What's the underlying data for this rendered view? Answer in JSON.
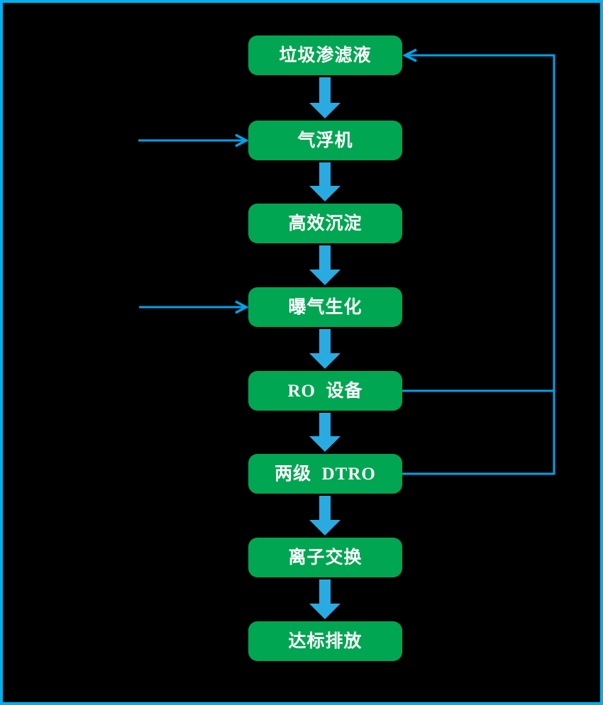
{
  "canvas": {
    "background": "#000000",
    "border_color": "#00B0F0"
  },
  "flow": {
    "nodes": [
      {
        "id": "leachate",
        "label": "垃圾渗滤液"
      },
      {
        "id": "air-flotation",
        "label": "气浮机"
      },
      {
        "id": "sedimentation",
        "label": "高效沉淀"
      },
      {
        "id": "aeration",
        "label": "曝气生化"
      },
      {
        "id": "ro-equipment",
        "label": "RO  设备"
      },
      {
        "id": "dtro",
        "label": "两级  DTRO"
      },
      {
        "id": "ion-exchange",
        "label": "离子交换"
      },
      {
        "id": "discharge",
        "label": "达标排放"
      }
    ],
    "edges": [
      {
        "from": "leachate",
        "to": "air-flotation",
        "type": "thick-down"
      },
      {
        "from": "air-flotation",
        "to": "sedimentation",
        "type": "thick-down"
      },
      {
        "from": "sedimentation",
        "to": "aeration",
        "type": "thick-down"
      },
      {
        "from": "aeration",
        "to": "ro-equipment",
        "type": "thick-down"
      },
      {
        "from": "ro-equipment",
        "to": "dtro",
        "type": "thick-down"
      },
      {
        "from": "dtro",
        "to": "ion-exchange",
        "type": "thick-down"
      },
      {
        "from": "ion-exchange",
        "to": "discharge",
        "type": "thick-down"
      },
      {
        "from": "external-left",
        "to": "air-flotation",
        "type": "thin-inflow"
      },
      {
        "from": "external-left",
        "to": "aeration",
        "type": "thin-inflow"
      },
      {
        "from": "ro-equipment",
        "to": "leachate",
        "type": "recycle-loop"
      },
      {
        "from": "dtro",
        "to": "leachate",
        "type": "recycle-loop"
      }
    ],
    "colors": {
      "node_fill": "#00A651",
      "node_text": "#FFFFFF",
      "thick_arrow": "#29ABE2",
      "thin_line": "#00A2E8",
      "frame": "#00B0F0"
    }
  }
}
